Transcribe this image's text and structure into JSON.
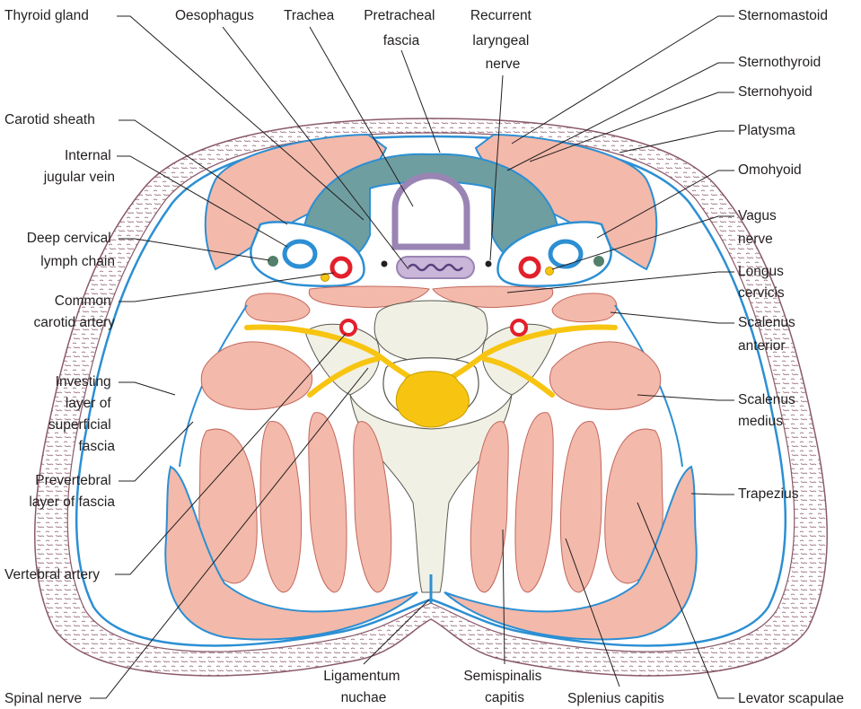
{
  "colors": {
    "muscle": "#f3b9aa",
    "muscle_edge": "#c2685e",
    "fascia": "#2c8fd3",
    "bone": "#f1f0e4",
    "bone_edge": "#5a5a52",
    "nerve": "#f7c511",
    "thyroid": "#6e9ea0",
    "cartilage": "#9a84b4",
    "artery": "#e2202c",
    "vein": "#2c8fd3",
    "vagus": "#f7c511",
    "lymph": "#52806a",
    "skin_edge": "#8a5a6a"
  },
  "labels": {
    "thyroid_gland": "Thyroid gland",
    "oesophagus": "Oesophagus",
    "trachea": "Trachea",
    "pretracheal_fascia": [
      "Pretracheal",
      "fascia"
    ],
    "recurrent_laryngeal_nerve": [
      "Recurrent",
      "laryngeal",
      "nerve"
    ],
    "sternomastoid": "Sternomastoid",
    "sternothyroid": "Sternothyroid",
    "sternohyoid": "Sternohyoid",
    "platysma": "Platysma",
    "omohyoid": "Omohyoid",
    "vagus_nerve": [
      "Vagus",
      "nerve"
    ],
    "longus_cervicis": [
      "Longus",
      "cervicis"
    ],
    "scalenus_anterior": [
      "Scalenus",
      "anterior"
    ],
    "scalenus_medius": [
      "Scalenus",
      "medius"
    ],
    "trapezius": "Trapezius",
    "levator_scapulae": "Levator scapulae",
    "splenius_capitis": "Splenius capitis",
    "semispinalis_capitis": [
      "Semispinalis",
      "capitis"
    ],
    "ligamentum_nuchae": [
      "Ligamentum",
      "nuchae"
    ],
    "spinal_nerve": "Spinal nerve",
    "vertebral_artery": "Vertebral artery",
    "prevertebral_layer": [
      "Prevertebral",
      "layer of fascia"
    ],
    "investing_layer": [
      "Investing",
      "layer of",
      "superficial",
      "fascia"
    ],
    "common_carotid_artery": [
      "Common",
      "carotid artery"
    ],
    "deep_cervical_lymph_chain": [
      "Deep cervical",
      "lymph chain"
    ],
    "internal_jugular_vein": [
      "Internal",
      "jugular vein"
    ],
    "carotid_sheath": "Carotid sheath"
  }
}
